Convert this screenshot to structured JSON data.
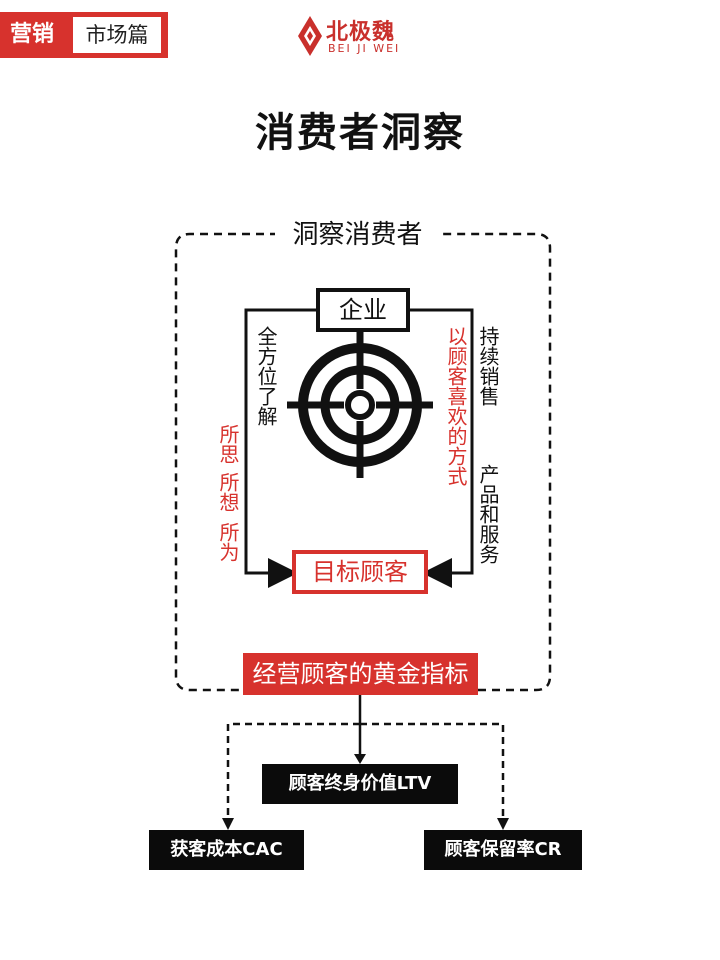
{
  "header": {
    "tag_left": "营销",
    "tag_right": "市场篇",
    "logo_cn": "北极魏",
    "logo_en": "BEI JI WEI"
  },
  "title": "消费者洞察",
  "frame_title": "洞察消费者",
  "nodes": {
    "enterprise": "企业",
    "target": "目标顾客",
    "golden": "经营顾客的黄金指标",
    "ltv": "顾客终身价值LTV",
    "cac": "获客成本CAC",
    "cr": "顾客保留率CR"
  },
  "labels": {
    "full_understand": "全方位了解",
    "customer_way": "以顾客喜欢的方式",
    "sustain_sales": "持续销售",
    "products": "产品和服务",
    "think": "所思",
    "want": "所想",
    "do": "所为"
  },
  "colors": {
    "accent": "#d7322d",
    "dark": "#0b0b0b"
  }
}
